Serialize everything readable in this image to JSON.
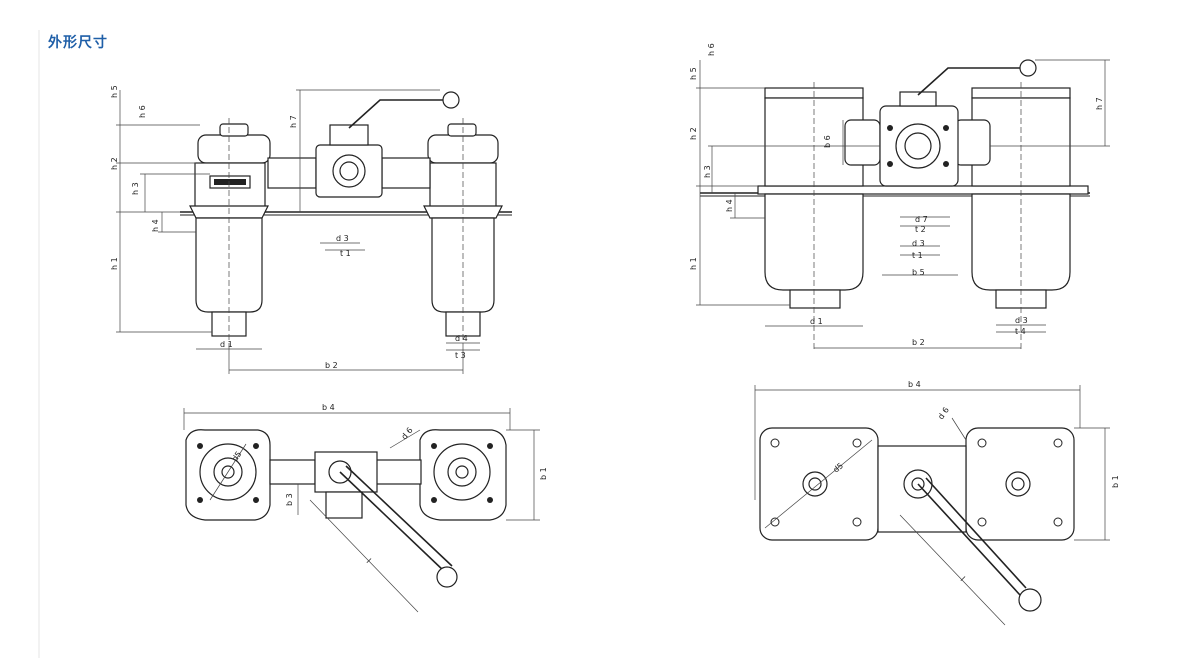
{
  "page": {
    "heading": "外形尺寸"
  },
  "left_front": {
    "labels": {
      "h5": "h 5",
      "h6": "h 6",
      "h7": "h 7",
      "h2": "h 2",
      "h3": "h 3",
      "h4": "h 4",
      "h1": "h 1",
      "d3": "d 3",
      "t1": "t 1",
      "d1": "d 1",
      "d4": "d 4",
      "t3": "t 3",
      "b2": "b 2"
    }
  },
  "left_top": {
    "labels": {
      "b4": "b 4",
      "d6": "d 6",
      "d5": "d5",
      "b3": "b 3",
      "b1": "b 1",
      "l": "l"
    }
  },
  "right_front": {
    "labels": {
      "h5": "h 5",
      "h6": "h 6",
      "h7": "h 7",
      "h2": "h 2",
      "b6": "b 6",
      "h3": "h 3",
      "h4": "h 4",
      "h1": "h 1",
      "d7": "d 7",
      "t2": "t 2",
      "d3": "d 3",
      "t1": "t 1",
      "b5": "b 5",
      "d1": "d 1",
      "d3b": "d 3",
      "t4": "t 4",
      "b2": "b 2"
    }
  },
  "right_top": {
    "labels": {
      "b4": "b 4",
      "d6": "d 6",
      "d5": "d5",
      "b1": "b 1",
      "l": "l"
    }
  }
}
